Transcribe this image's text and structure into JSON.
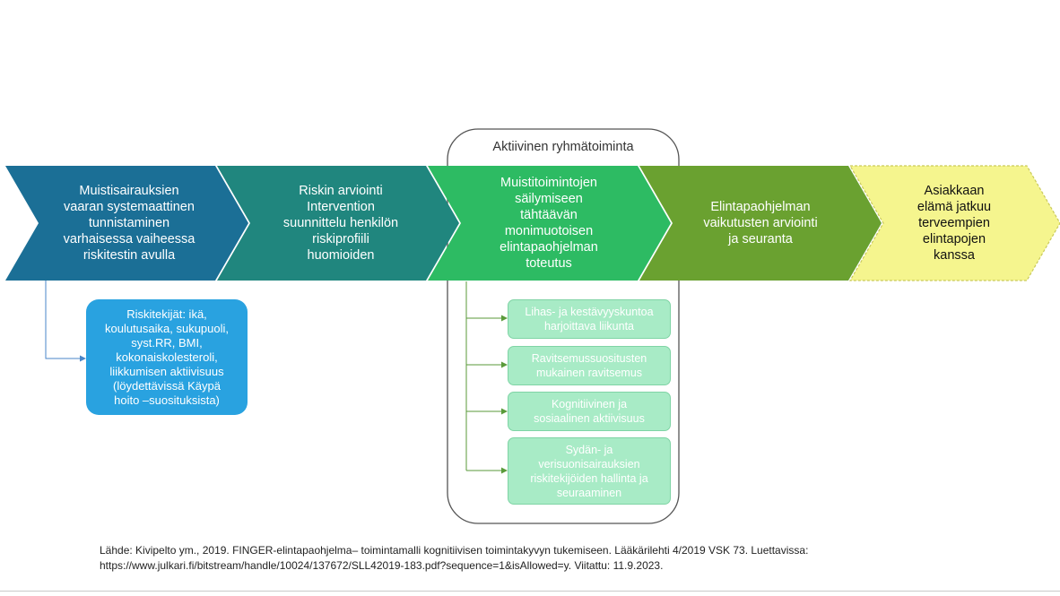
{
  "colors": {
    "step1": "#1b6f96",
    "step2": "#20867e",
    "step3": "#2dbb63",
    "step4": "#6aa130",
    "step5": "#f5f58e",
    "risk_box": "#29a2e0",
    "sub_box": "#a8ebc6",
    "connector": "#5a9a3a"
  },
  "steps": [
    {
      "text": "Muistisairauksien\nvaaran systemaattinen\ntunnistaminen\nvarhaisessa vaiheessa\nriskitestin avulla"
    },
    {
      "text": "Riskin arviointi\nIntervention\nsuunnittelu henkilön\nriskiprofiili\nhuomioiden"
    },
    {
      "text": "Muistitoimintojen\nsäilymiseen\ntähtäävän\nmonimuotoisen\nelintapaohjelman\ntoteutus"
    },
    {
      "text": "Elintapaohjelman\nvaikutusten arviointi\nja seuranta"
    },
    {
      "text": "Asiakkaan\nelämä jatkuu\nterveempien\nelintapojen\nkanssa"
    }
  ],
  "group_label": "Aktiivinen ryhmätoiminta",
  "risk_box": "Riskitekijät: ikä,\nkoulutusaika, sukupuoli,\nsyst.RR, BMI,\nkokonaiskolesteroli,\nliikkumisen aktiivisuus\n(löydettävissä Käypä\nhoito –suosituksista)",
  "activities": [
    {
      "text": "Lihas- ja kestävyyskuntoa\nharjoittava liikunta"
    },
    {
      "text": "Ravitsemussuositusten\nmukainen ravitsemus"
    },
    {
      "text": "Kognitiivinen ja\nsosiaalinen aktiivisuus"
    },
    {
      "text": "Sydän- ja\nverisuonisairauksien\nriskitekijöiden hallinta ja\nseuraaminen"
    }
  ],
  "source": {
    "line1": "Lähde: Kivipelto ym., 2019. FINGER-elintapaohjelma– toimintamalli kognitiivisen toimintakyvyn tukemiseen. Lääkärilehti 4/2019 VSK 73. Luettavissa:",
    "line2": "https://www.julkari.fi/bitstream/handle/10024/137672/SLL42019-183.pdf?sequence=1&isAllowed=y. Viitattu: 11.9.2023."
  }
}
